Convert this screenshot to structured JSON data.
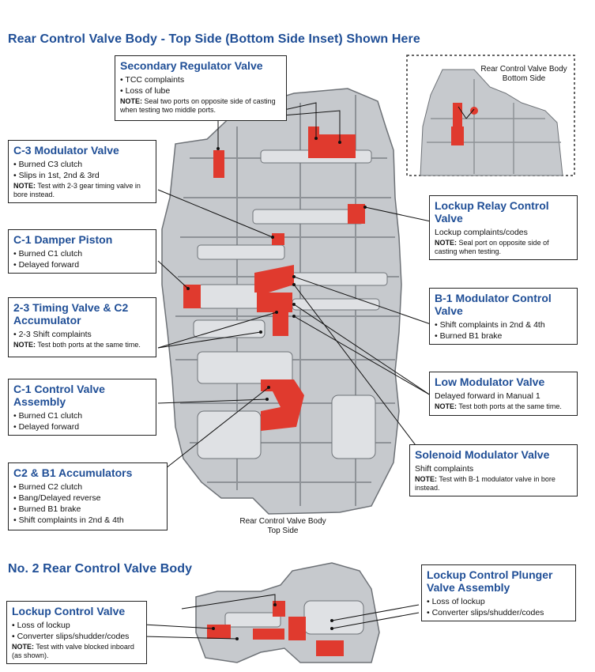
{
  "headings": {
    "main": "Rear Control Valve Body - Top Side (Bottom Side Inset) Shown Here",
    "second": "No. 2 Rear Control Valve Body"
  },
  "captions": {
    "top_side": [
      "Rear Control Valve Body",
      "Top Side"
    ],
    "bottom_side": [
      "Rear Control Valve Body",
      "Bottom Side"
    ]
  },
  "callouts": {
    "secondary_regulator": {
      "title": "Secondary Regulator Valve",
      "items": [
        "• TCC complaints",
        "• Loss of lube"
      ],
      "note_label": "NOTE:",
      "note": " Seal two ports on opposite side of casting when testing two middle ports."
    },
    "c3_modulator": {
      "title": "C-3 Modulator Valve",
      "items": [
        "• Burned C3 clutch",
        "• Slips in 1st, 2nd & 3rd"
      ],
      "note_label": "NOTE:",
      "note": " Test with 2-3 gear timing valve in bore instead."
    },
    "c1_damper": {
      "title": "C-1 Damper Piston",
      "items": [
        "• Burned C1 clutch",
        "• Delayed forward"
      ]
    },
    "timing_valve": {
      "title": "2-3 Timing Valve & C2 Accumulator",
      "items": [
        "• 2-3 Shift complaints"
      ],
      "note_label": "NOTE:",
      "note": " Test both ports at the same time."
    },
    "c1_control": {
      "title": "C-1 Control Valve Assembly",
      "items": [
        "• Burned C1 clutch",
        "• Delayed forward"
      ]
    },
    "accumulators": {
      "title": "C2 & B1 Accumulators",
      "items": [
        "• Burned C2 clutch",
        "• Bang/Delayed reverse",
        "• Burned B1 brake",
        "• Shift complaints in 2nd & 4th"
      ]
    },
    "lockup_relay": {
      "title": "Lockup Relay Control Valve",
      "items": [
        "Lockup complaints/codes"
      ],
      "note_label": "NOTE:",
      "note": " Seal port on opposite side of casting when testing."
    },
    "b1_modulator": {
      "title": "B-1 Modulator Control Valve",
      "items": [
        "• Shift complaints in 2nd & 4th",
        "• Burned B1 brake"
      ]
    },
    "low_modulator": {
      "title": "Low Modulator Valve",
      "items": [
        "Delayed forward in Manual 1"
      ],
      "note_label": "NOTE:",
      "note": " Test both ports at the same time."
    },
    "solenoid_modulator": {
      "title": "Solenoid Modulator Valve",
      "items": [
        "Shift complaints"
      ],
      "note_label": "NOTE:",
      "note": " Test with B-1 modulator valve in bore instead."
    },
    "lockup_control": {
      "title": "Lockup Control Valve",
      "items": [
        "• Loss of lockup",
        "• Converter slips/shudder/codes"
      ],
      "note_label": "NOTE:",
      "note": " Test with valve blocked inboard (as shown)."
    },
    "lockup_plunger": {
      "title": "Lockup Control Plunger Valve Assembly",
      "items": [
        "• Loss of lockup",
        "• Converter slips/shudder/codes"
      ]
    }
  },
  "colors": {
    "heading": "#1f4e96",
    "highlight": "#e03a2e",
    "casting": "#bfc2c6",
    "casting_dark": "#8e9297"
  }
}
